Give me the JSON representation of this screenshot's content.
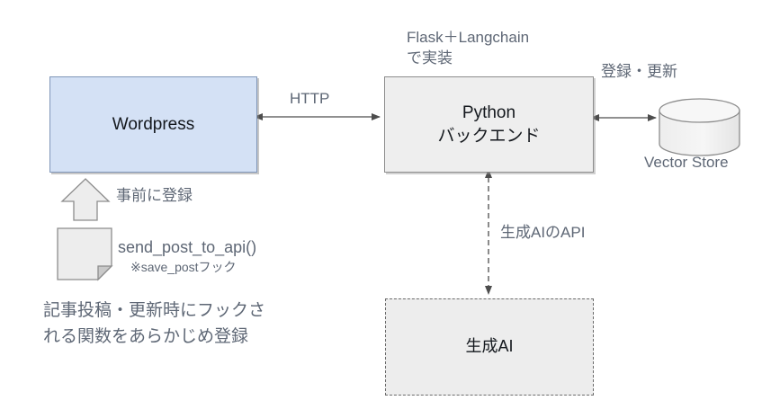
{
  "diagram": {
    "title_present": false,
    "nodes": {
      "wordpress": {
        "label": "Wordpress",
        "fill": "#d4e1f5",
        "stroke": "#7f96b8",
        "shape": "rectangle"
      },
      "python_backend": {
        "label": "Python\nバックエンド",
        "fill": "#eeeeee",
        "stroke": "#8d8d8d",
        "shape": "rectangle"
      },
      "generative_ai": {
        "label": "生成AI",
        "fill": "#ededed",
        "stroke": "#6b6b6b",
        "shape": "rectangle-dashed"
      },
      "vector_store": {
        "label": "Vector Store",
        "fill": "#f0f0f0",
        "stroke": "#8d8d8d",
        "shape": "cylinder"
      },
      "hook_note": {
        "label": "send_post_to_api()",
        "sublabel": "※save_postフック",
        "fill": "#ededed",
        "stroke": "#8d8d8d",
        "shape": "note-folded-corner"
      }
    },
    "annotations": {
      "flask_langchain": "Flask＋Langchain\nで実装",
      "http": "HTTP",
      "register_update": "登録・更新",
      "vector_store_caption": "Vector Store",
      "prior_registration": "事前に登録",
      "generative_ai_api": "生成AIのAPI",
      "bottom_caption": "記事投稿・更新時にフックさ\nれる関数をあらかじめ登録"
    },
    "connectors": [
      {
        "name": "wordpress-python-http",
        "style": "solid",
        "arrow": "both"
      },
      {
        "name": "python-vectorstore",
        "style": "solid",
        "arrow": "both"
      },
      {
        "name": "python-genai",
        "style": "dashed",
        "arrow": "both"
      },
      {
        "name": "note-to-wordpress",
        "style": "block-arrow",
        "arrow": "up"
      }
    ],
    "colors": {
      "label_text": "#5e6775",
      "node_text": "#14181d",
      "line": "#4d4d4d",
      "background": "#ffffff"
    }
  }
}
